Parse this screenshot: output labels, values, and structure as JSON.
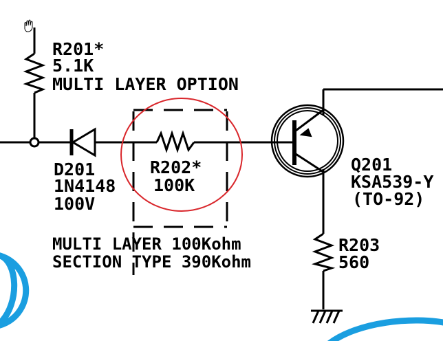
{
  "colors": {
    "ink": "#000000",
    "highlight_circle": "#d9262b",
    "cursor_blue": "#1a9ee0",
    "background": "#ffffff"
  },
  "icons": {
    "cursor": "hand-cursor-icon"
  },
  "components": {
    "r201": {
      "ref": "R201*",
      "value": "5.1K",
      "note": "MULTI LAYER OPTION"
    },
    "d201": {
      "ref": "D201",
      "part": "1N4148",
      "rating": "100V"
    },
    "r202": {
      "ref": "R202*",
      "value": "100K"
    },
    "q201": {
      "ref": "Q201",
      "part": "KSA539-Y",
      "package": "(TO-92)"
    },
    "r203": {
      "ref": "R203",
      "value": "560"
    }
  },
  "notes": {
    "line1": "MULTI LAYER 100Kohm",
    "line2": "SECTION TYPE 390Kohm"
  }
}
